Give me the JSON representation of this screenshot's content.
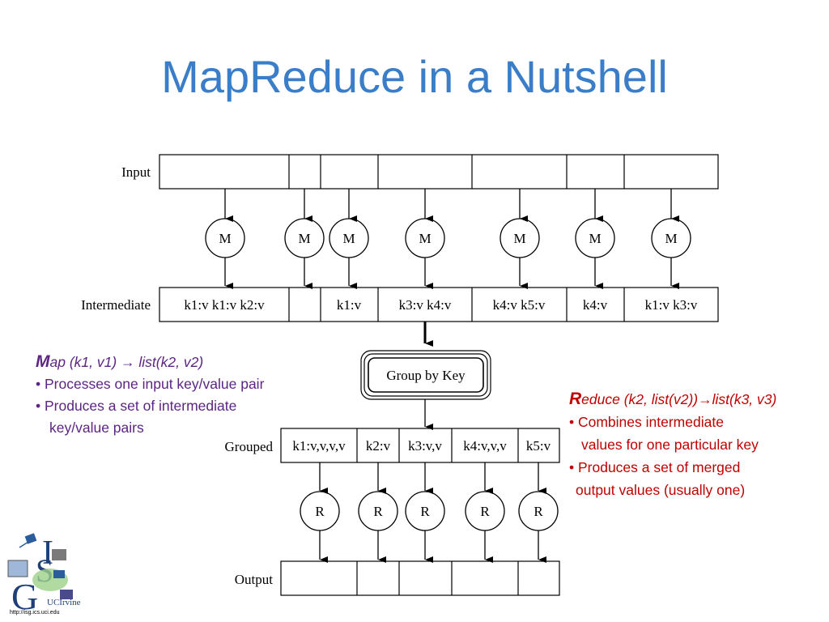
{
  "title": "MapReduce in a Nutshell",
  "rows": {
    "input": "Input",
    "intermediate": "Intermediate",
    "grouped": "Grouped",
    "output": "Output"
  },
  "map_label": "M",
  "reduce_label": "R",
  "group_by_key": "Group by Key",
  "intermediate_cells": [
    "k1:v k1:v k2:v",
    "",
    "k1:v",
    "k3:v k4:v",
    "k4:v k5:v",
    "k4:v",
    "k1:v k3:v"
  ],
  "grouped_cells": [
    "k1:v,v,v,v",
    "k2:v",
    "k3:v,v",
    "k4:v,v,v",
    "k5:v"
  ],
  "map_desc": {
    "signature_initial": "M",
    "signature_rest": "ap (k1, v1) ",
    "signature_arrow": "→",
    "signature_result": " list(k2, v2)",
    "bullet1": "• Processes one input key/value pair",
    "bullet2_line1": "• Produces a set of intermediate",
    "bullet2_line2": "key/value pairs"
  },
  "reduce_desc": {
    "signature_initial": "R",
    "signature_rest": "educe (k2, list(v2))",
    "signature_arrow": "→",
    "signature_result": "list(k3, v3)",
    "bullet1_line1": "• Combines  intermediate",
    "bullet1_line2": "values for one particular key",
    "bullet2_line1": "• Produces a set of merged",
    "bullet2_line2": "output values (usually one)"
  },
  "logo": {
    "brand": "UCIrvine",
    "url": "http://isg.ics.uci.edu"
  }
}
